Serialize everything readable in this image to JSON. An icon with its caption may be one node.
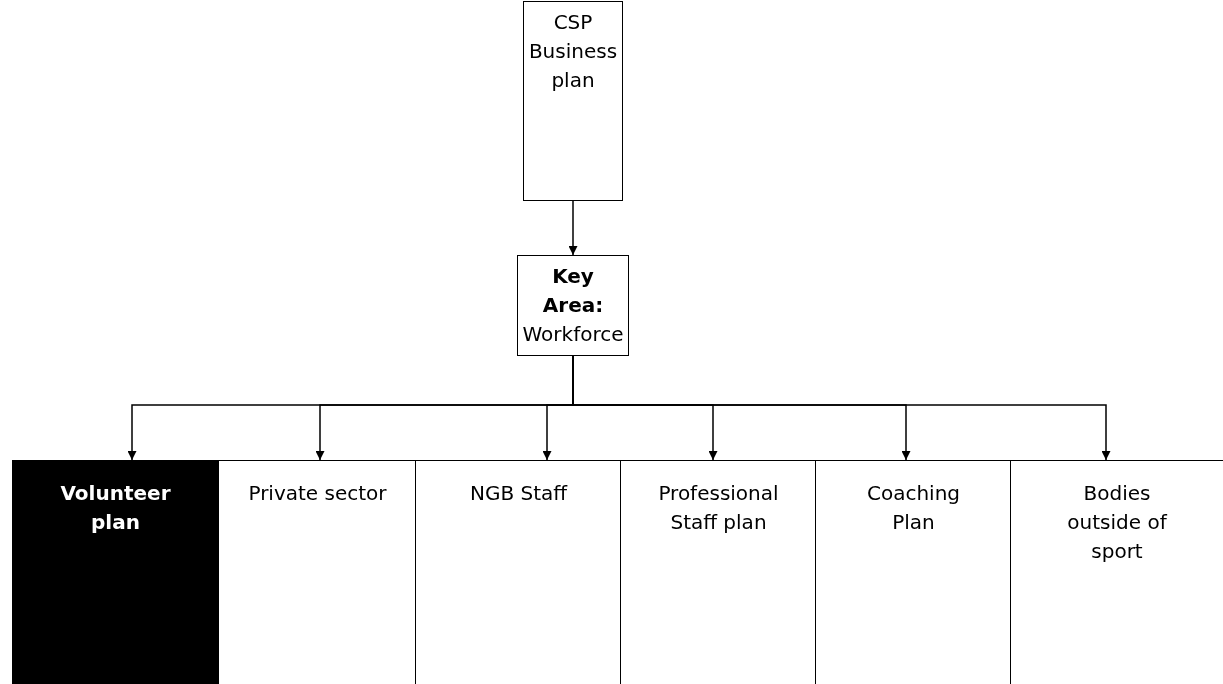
{
  "diagram": {
    "nodes": [
      {
        "text": [
          "CSP Business plan"
        ]
      },
      {
        "text": [
          "**Key Area:** Workforce"
        ]
      },
      {
        "text": [
          "Volunteer plan"
        ]
      },
      {
        "text": [
          "Private sector"
        ]
      },
      {
        "text": [
          "NGB Staff"
        ]
      },
      {
        "text": [
          "Professional Staff plan"
        ]
      },
      {
        "text": [
          "Coaching Plan"
        ]
      },
      {
        "text": [
          "Bodies outside of sport"
        ]
      }
    ],
    "edges": [
      {
        "from": 0,
        "to": 1,
        "arrow": "to"
      },
      {
        "from": 1,
        "to": 2,
        "arrow": "to"
      },
      {
        "from": 1,
        "to": 3,
        "arrow": "to"
      },
      {
        "from": 1,
        "to": 4,
        "arrow": "to"
      },
      {
        "from": 1,
        "to": 5,
        "arrow": "to"
      },
      {
        "from": 1,
        "to": 6,
        "arrow": "to"
      },
      {
        "from": 1,
        "to": 7,
        "arrow": "to"
      }
    ]
  }
}
